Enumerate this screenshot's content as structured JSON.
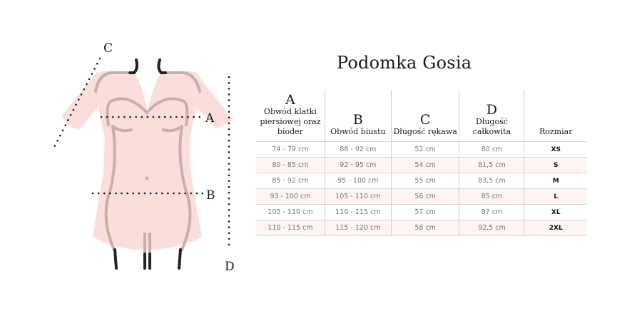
{
  "title": "Podomka Gosia",
  "figure": {
    "labels": {
      "a": "A",
      "b": "B",
      "c": "C",
      "d": "D"
    },
    "garment_color": "#f9dedb",
    "outline_color": "#c9aeac",
    "dot_color": "#222222"
  },
  "table": {
    "headers": [
      {
        "letter": "A",
        "label": "Obwód klatki piersiowej oraz bioder"
      },
      {
        "letter": "B",
        "label": "Obwód biustu"
      },
      {
        "letter": "C",
        "label": "Długość rękawa"
      },
      {
        "letter": "D",
        "label": "Długość całkowita"
      },
      {
        "letter": "",
        "label": "Rozmiar"
      }
    ],
    "rows": [
      [
        "74 - 79 cm",
        "88 - 92 cm",
        "52 cm",
        "80 cm",
        "XS"
      ],
      [
        "80 - 85 cm",
        "92 - 95 cm",
        "54 cm",
        "81,5 cm",
        "S"
      ],
      [
        "85 - 92 cm",
        "95 - 100 cm",
        "55 cm",
        "83,5 cm",
        "M"
      ],
      [
        "93 - 100 cm",
        "105 - 110 cm",
        "56 cm",
        "85 cm",
        "L"
      ],
      [
        "105 - 110 cm",
        "110 - 115 cm",
        "57 cm",
        "87 cm",
        "XL"
      ],
      [
        "110 - 115 cm",
        "115 - 120 cm",
        "58 cm",
        "92,5 cm",
        "2XL"
      ]
    ],
    "stripe_color": "#fdf4f3"
  }
}
